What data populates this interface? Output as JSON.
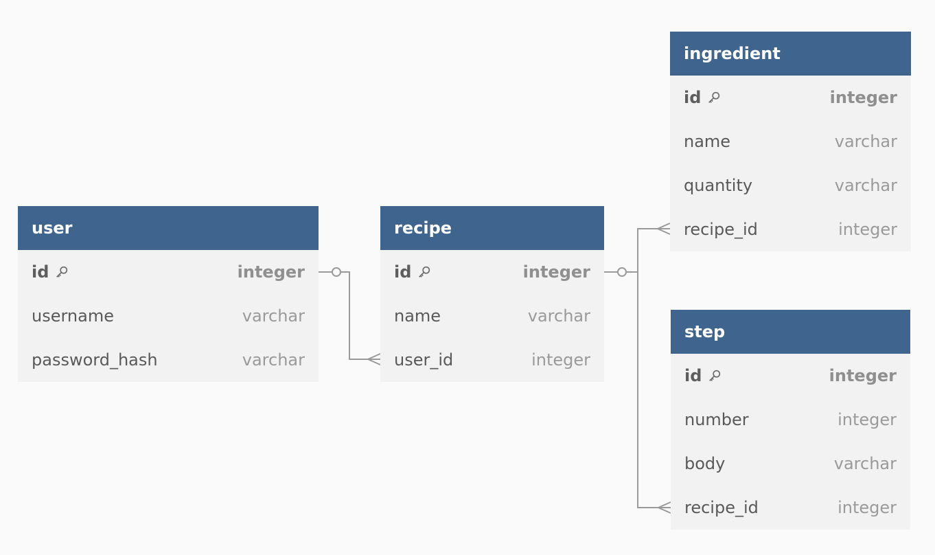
{
  "tables": {
    "user": {
      "name": "user",
      "fields": [
        {
          "name": "id",
          "type": "integer",
          "pk": true
        },
        {
          "name": "username",
          "type": "varchar"
        },
        {
          "name": "password_hash",
          "type": "varchar"
        }
      ]
    },
    "recipe": {
      "name": "recipe",
      "fields": [
        {
          "name": "id",
          "type": "integer",
          "pk": true
        },
        {
          "name": "name",
          "type": "varchar"
        },
        {
          "name": "user_id",
          "type": "integer"
        }
      ]
    },
    "ingredient": {
      "name": "ingredient",
      "fields": [
        {
          "name": "id",
          "type": "integer",
          "pk": true
        },
        {
          "name": "name",
          "type": "varchar"
        },
        {
          "name": "quantity",
          "type": "varchar"
        },
        {
          "name": "recipe_id",
          "type": "integer"
        }
      ]
    },
    "step": {
      "name": "step",
      "fields": [
        {
          "name": "id",
          "type": "integer",
          "pk": true
        },
        {
          "name": "number",
          "type": "integer"
        },
        {
          "name": "body",
          "type": "varchar"
        },
        {
          "name": "recipe_id",
          "type": "integer"
        }
      ]
    }
  },
  "relationships": [
    {
      "from": "user.id",
      "to": "recipe.user_id",
      "cardinality": "one-to-many"
    },
    {
      "from": "recipe.id",
      "to": "ingredient.recipe_id",
      "cardinality": "one-to-many"
    },
    {
      "from": "recipe.id",
      "to": "step.recipe_id",
      "cardinality": "one-to-many"
    }
  ],
  "colors": {
    "header": "#3f658f",
    "body": "#f2f2f2",
    "background": "#fafafa",
    "connector": "#9a9a9a"
  },
  "icons": {
    "primary_key": "key-icon"
  }
}
